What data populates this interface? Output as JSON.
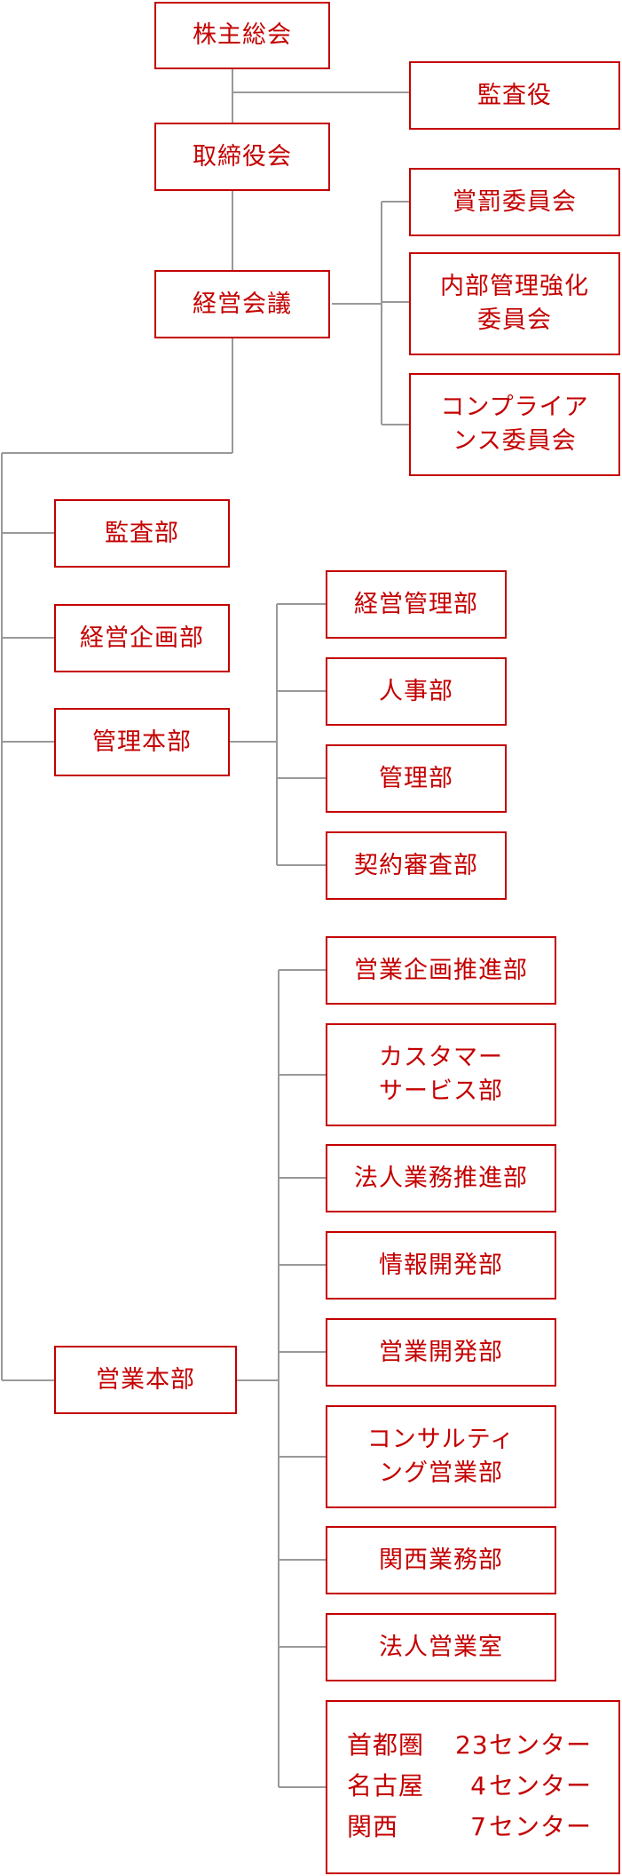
{
  "org": {
    "shareholders": "株主総会",
    "auditor": "監査役",
    "board": "取締役会",
    "management_meeting": "経営会議",
    "committees": [
      "賞罰委員会",
      "内部管理強化\n委員会",
      "コンプライア\nンス委員会"
    ],
    "audit_dept": "監査部",
    "planning_dept": "経営企画部",
    "admin_hq": "管理本部",
    "admin_depts": [
      "経営管理部",
      "人事部",
      "管理部",
      "契約審査部"
    ],
    "sales_hq": "営業本部",
    "sales_depts": [
      "営業企画推進部",
      "カスタマー\nサービス部",
      "法人業務推進部",
      "情報開発部",
      "営業開発部",
      "コンサルティ\nング営業部",
      "関西業務部",
      "法人営業室"
    ],
    "centers": [
      {
        "name": "首都圏",
        "count": "23",
        "suffix": "センター"
      },
      {
        "name": "名古屋",
        "count": "4",
        "suffix": "センター"
      },
      {
        "name": "関西",
        "count": "7",
        "suffix": "センター"
      }
    ]
  },
  "colors": {
    "box": "#c40000",
    "line": "#999999"
  }
}
